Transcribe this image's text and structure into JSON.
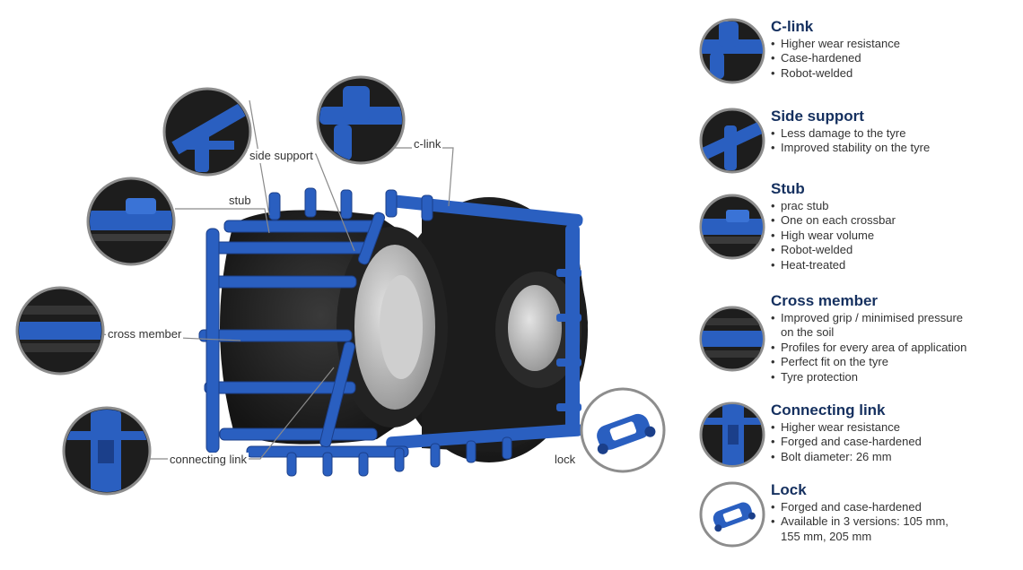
{
  "colors": {
    "chain_blue": "#2a5fc0",
    "chain_blue_dark": "#1b3f8a",
    "tyre_black": "#1f1f1f",
    "rim_grey": "#b9b9b9",
    "heading_navy": "#15305f",
    "circle_border": "#8d8d8d"
  },
  "callouts": {
    "side_support": "side support",
    "c_link": "c-link",
    "stub": "stub",
    "cross_member": "cross member",
    "connecting_link": "connecting link",
    "lock": "lock"
  },
  "components": [
    {
      "id": "c-link",
      "title": "C-link",
      "icon": "c-link-closeup",
      "bullets": [
        "Higher wear resistance",
        "Case-hardened",
        "Robot-welded"
      ]
    },
    {
      "id": "side-support",
      "title": "Side support",
      "icon": "side-support-closeup",
      "bullets": [
        "Less damage to the tyre",
        "Improved stability on the tyre"
      ]
    },
    {
      "id": "stub",
      "title": "Stub",
      "icon": "stub-closeup",
      "bullets": [
        "prac stub",
        "One on each crossbar",
        "High wear volume",
        "Robot-welded",
        "Heat-treated"
      ]
    },
    {
      "id": "cross-member",
      "title": "Cross member",
      "icon": "cross-member-closeup",
      "bullets": [
        "Improved grip / minimised pressure",
        "on the soil",
        "Profiles for every area of application",
        "Perfect fit on the tyre",
        "Tyre protection"
      ]
    },
    {
      "id": "connecting-link",
      "title": "Connecting link",
      "icon": "connecting-link-closeup",
      "bullets": [
        "Higher wear resistance",
        "Forged and case-hardened",
        "Bolt diameter: 26 mm"
      ]
    },
    {
      "id": "lock",
      "title": "Lock",
      "icon": "lock-closeup",
      "bullets": [
        "Forged and case-hardened",
        "Available in 3 versions: 105 mm,",
        "155 mm, 205 mm"
      ]
    }
  ]
}
